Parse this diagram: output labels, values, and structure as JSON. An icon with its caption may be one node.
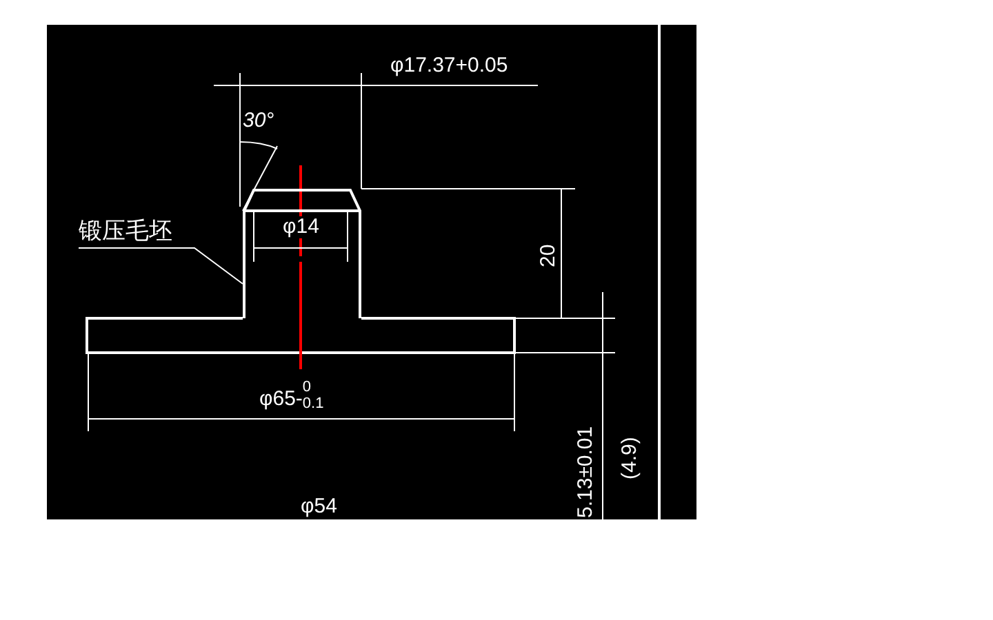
{
  "diagram": {
    "nodes": [
      {
        "text": [
          "锻压毛坯"
        ]
      },
      {
        "text": [],
        "shape": "box"
      }
    ],
    "edges": [
      {
        "from": 0,
        "to": 1,
        "arrow": "none"
      }
    ],
    "labels": [
      "φ17.37+0.05",
      "30°",
      "φ14",
      "20",
      "φ65-$^{0}$$_{0.1}$",
      "5.13±0.01",
      "(4.9)",
      "φ54"
    ]
  }
}
